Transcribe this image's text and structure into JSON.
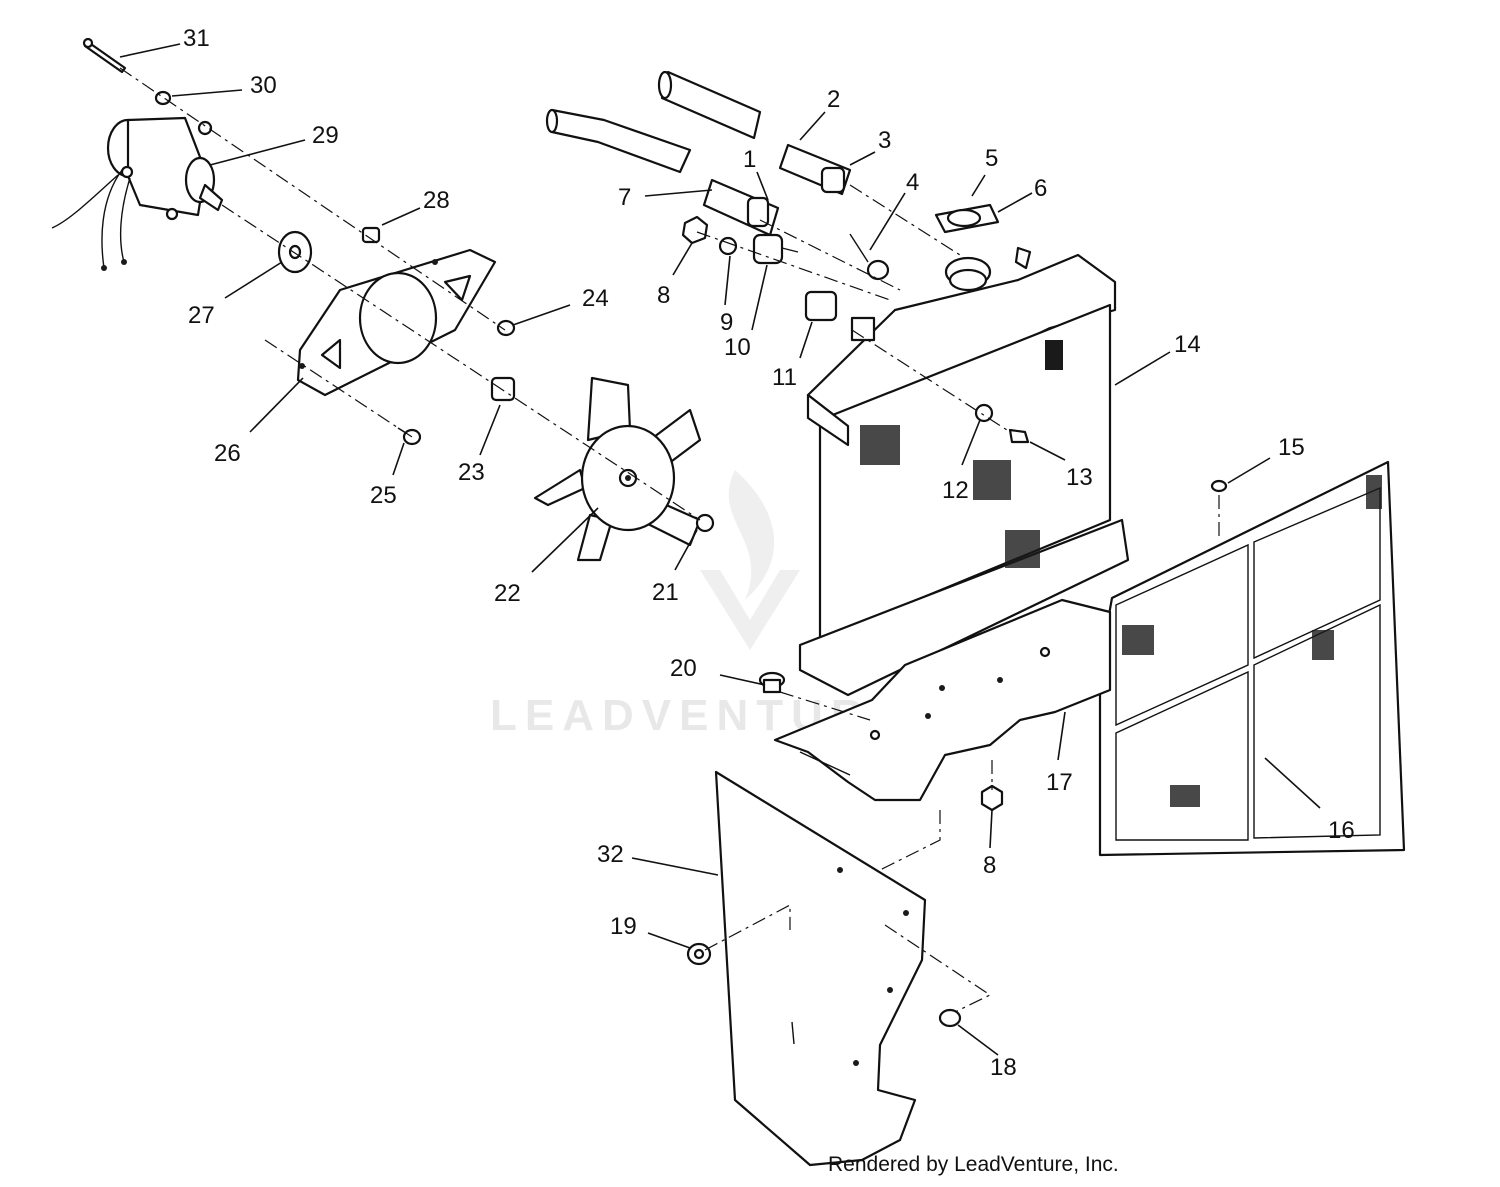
{
  "diagram": {
    "callouts": [
      "1",
      "2",
      "3",
      "4",
      "5",
      "6",
      "7",
      "8",
      "9",
      "10",
      "11",
      "12",
      "13",
      "14",
      "15",
      "16",
      "17",
      "8",
      "19",
      "20",
      "21",
      "22",
      "23",
      "24",
      "25",
      "26",
      "27",
      "28",
      "29",
      "30",
      "31",
      "32",
      "18"
    ]
  },
  "watermark": {
    "brand": "LEADVENTURE"
  },
  "credit": {
    "text": "Rendered by LeadVenture, Inc."
  }
}
